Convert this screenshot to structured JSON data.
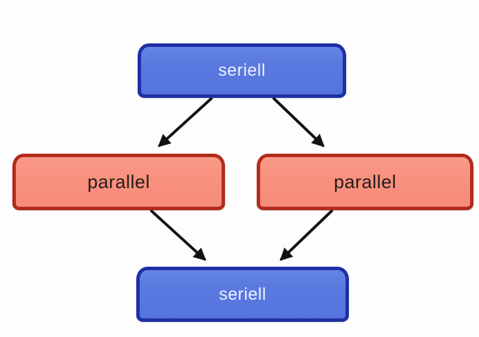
{
  "diagram": {
    "nodes": [
      {
        "id": "seriell-top",
        "label": "seriell",
        "kind": "serial",
        "fill": "#5b7ae0",
        "border": "#1e2fa4",
        "text_color": "#ecf1ff"
      },
      {
        "id": "parallel-left",
        "label": "parallel",
        "kind": "parallel",
        "fill": "#f9917f",
        "border": "#b22b1c",
        "text_color": "#241c1a"
      },
      {
        "id": "parallel-right",
        "label": "parallel",
        "kind": "parallel",
        "fill": "#f9917f",
        "border": "#b22b1c",
        "text_color": "#241c1a"
      },
      {
        "id": "seriell-bottom",
        "label": "seriell",
        "kind": "serial",
        "fill": "#5b7ae0",
        "border": "#1e2fa4",
        "text_color": "#ecf1ff"
      }
    ],
    "edges": [
      {
        "from": "seriell-top",
        "to": "parallel-left"
      },
      {
        "from": "seriell-top",
        "to": "parallel-right"
      },
      {
        "from": "parallel-left",
        "to": "seriell-bottom"
      },
      {
        "from": "parallel-right",
        "to": "seriell-bottom"
      }
    ],
    "colors": {
      "arrow": "#121212",
      "background": "#fdfdfd"
    }
  }
}
